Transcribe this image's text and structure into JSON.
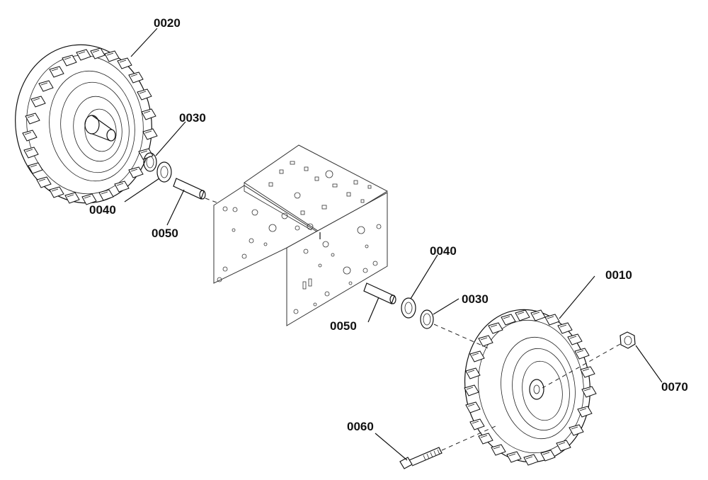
{
  "parts": [
    {
      "id": "wheel-left",
      "label": "0020"
    },
    {
      "id": "retaining-ring-left",
      "label": "0030"
    },
    {
      "id": "washer-left",
      "label": "0040"
    },
    {
      "id": "spacer-left",
      "label": "0050"
    },
    {
      "id": "washer-right",
      "label": "0040"
    },
    {
      "id": "retaining-ring-right",
      "label": "0030"
    },
    {
      "id": "wheel-right",
      "label": "0010"
    },
    {
      "id": "spacer-right",
      "label": "0050"
    },
    {
      "id": "lock-nut",
      "label": "0070"
    },
    {
      "id": "bolt",
      "label": "0060"
    }
  ]
}
